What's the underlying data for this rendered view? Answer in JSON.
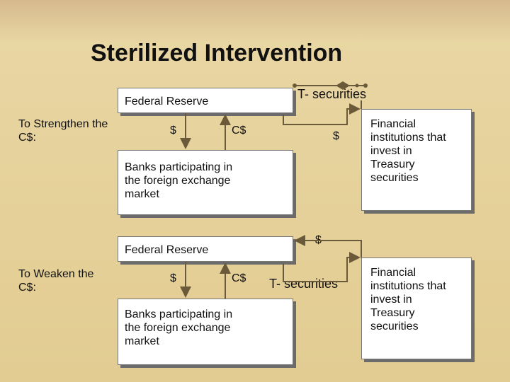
{
  "title": "Sterilized Intervention",
  "top": {
    "side_label": "To Strengthen the C$:",
    "fed_label": "Federal Reserve",
    "tsec_label": "T- securities",
    "dollar_left": "$",
    "cdollar": "C$",
    "dollar_right": "$",
    "banks_label": "Banks participating in the foreign exchange market",
    "fin_label": "Financial institutions that invest in Treasury securities"
  },
  "bottom": {
    "side_label": "To Weaken the C$:",
    "fed_label": "Federal Reserve",
    "dollar_top": "$",
    "dollar_left": "$",
    "cdollar": "C$",
    "tsec_label": "T- securities",
    "banks_label": "Banks participating in the foreign exchange market",
    "fin_label": "Financial institutions that invest in Treasury securities"
  }
}
